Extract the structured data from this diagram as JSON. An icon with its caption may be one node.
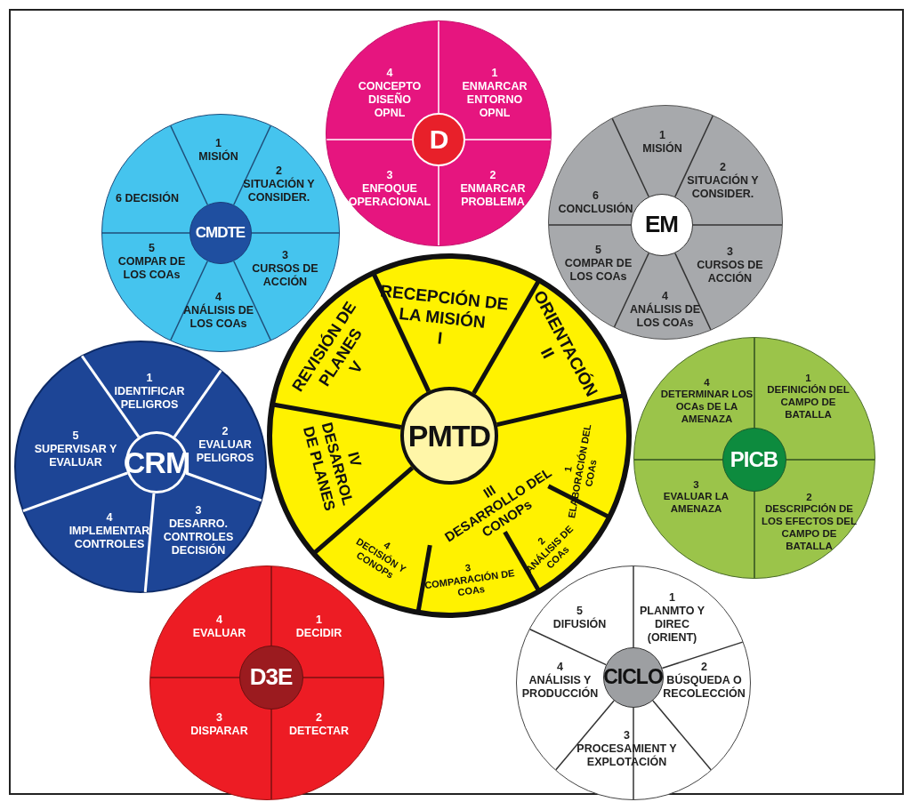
{
  "diagram": {
    "nodes": [
      {
        "text": [],
        "shape": "circle"
      },
      {
        "text": [
          "D"
        ],
        "in": 0
      },
      {
        "text": [
          "1",
          "ENMARCAR ENTORNO OPNL"
        ],
        "in": 0
      },
      {
        "text": [
          "2",
          "ENMARCAR PROBLEMA"
        ],
        "in": 0
      },
      {
        "text": [
          "3",
          "ENFOQUE OPERACIONAL"
        ],
        "in": 0
      },
      {
        "text": [
          "4",
          "CONCEPTO DISEÑO OPNL"
        ],
        "in": 0
      },
      {
        "text": [],
        "shape": "circle"
      },
      {
        "text": [
          "CMDTE"
        ],
        "in": 6
      },
      {
        "text": [
          "1",
          "MISIÓN"
        ],
        "in": 6
      },
      {
        "text": [
          "2",
          "SITUACIÓN Y CONSIDER."
        ],
        "in": 6
      },
      {
        "text": [
          "3",
          "CURSOS DE ACCIÓN"
        ],
        "in": 6
      },
      {
        "text": [
          "4",
          "ANÁLISIS DE LOS COAs"
        ],
        "in": 6
      },
      {
        "text": [
          "5",
          "COMPAR DE LOS COAs"
        ],
        "in": 6
      },
      {
        "text": [
          "6 DECISIÓN"
        ],
        "in": 6
      },
      {
        "text": [],
        "shape": "circle"
      },
      {
        "text": [
          "EM"
        ],
        "in": 14
      },
      {
        "text": [
          "1",
          "MISIÓN"
        ],
        "in": 14
      },
      {
        "text": [
          "2",
          "SITUACIÓN Y CONSIDER."
        ],
        "in": 14
      },
      {
        "text": [
          "3",
          "CURSOS DE ACCIÓN"
        ],
        "in": 14
      },
      {
        "text": [
          "4",
          "ANÁLISIS DE LOS COAs"
        ],
        "in": 14
      },
      {
        "text": [
          "5",
          "COMPAR DE LOS COAs"
        ],
        "in": 14
      },
      {
        "text": [
          "6",
          "CONCLUSIÓN"
        ],
        "in": 14
      },
      {
        "text": [],
        "shape": "circle"
      },
      {
        "text": [
          "PMTD"
        ],
        "in": 22
      },
      {
        "text": [
          "RECEPCIÓN DE LA MISIÓN",
          "I"
        ],
        "in": 22
      },
      {
        "text": [
          "ORIENTACIÓN",
          "II"
        ],
        "in": 22
      },
      {
        "text": [
          "III",
          "DESARROLLO DEL CONOPs"
        ],
        "in": 22
      },
      {
        "text": [
          "1",
          "ELABORACIÓN DEL COAs"
        ],
        "in": 22
      },
      {
        "text": [
          "2",
          "ANÁLISIS DE COAs"
        ],
        "in": 22
      },
      {
        "text": [
          "3",
          "COMPARACIÓN DE COAs"
        ],
        "in": 22
      },
      {
        "text": [
          "4",
          "DECISIÓN Y CONOPs"
        ],
        "in": 22
      },
      {
        "text": [
          "IV",
          "DESARROL DE PLANES"
        ],
        "in": 22
      },
      {
        "text": [
          "REVISIÓN DE PLANES",
          "V"
        ],
        "in": 22
      },
      {
        "text": [],
        "shape": "circle"
      },
      {
        "text": [
          "CRM"
        ],
        "in": 33
      },
      {
        "text": [
          "1",
          "IDENTIFICAR PELIGROS"
        ],
        "in": 33
      },
      {
        "text": [
          "2",
          "EVALUAR PELIGROS"
        ],
        "in": 33
      },
      {
        "text": [
          "3",
          "DESARRO. CONTROLES DECISIÓN"
        ],
        "in": 33
      },
      {
        "text": [
          "4",
          "IMPLEMENTAR CONTROLES"
        ],
        "in": 33
      },
      {
        "text": [
          "5",
          "SUPERVISAR Y EVALUAR"
        ],
        "in": 33
      },
      {
        "text": [],
        "shape": "circle"
      },
      {
        "text": [
          "PICB"
        ],
        "in": 40
      },
      {
        "text": [
          "1",
          "DEFINICIÓN DEL CAMPO DE BATALLA"
        ],
        "in": 40
      },
      {
        "text": [
          "2",
          "DESCRIPCIÓN DE LOS EFECTOS DEL CAMPO DE BATALLA"
        ],
        "in": 40
      },
      {
        "text": [
          "3",
          "EVALUAR LA AMENAZA"
        ],
        "in": 40
      },
      {
        "text": [
          "4",
          "DETERMINAR LOS OCAs DE LA AMENAZA"
        ],
        "in": 40
      },
      {
        "text": [],
        "shape": "circle"
      },
      {
        "text": [
          "D3E"
        ],
        "in": 46
      },
      {
        "text": [
          "1",
          "DECIDIR"
        ],
        "in": 46
      },
      {
        "text": [
          "2",
          "DETECTAR"
        ],
        "in": 46
      },
      {
        "text": [
          "3",
          "DISPARAR"
        ],
        "in": 46
      },
      {
        "text": [
          "4",
          "EVALUAR"
        ],
        "in": 46
      },
      {
        "text": [],
        "shape": "circle"
      },
      {
        "text": [
          "CICLO"
        ],
        "in": 52
      },
      {
        "text": [
          "1",
          "PLANMTO Y DIREC (ORIENT)"
        ],
        "in": 52
      },
      {
        "text": [
          "2",
          "BÚSQUEDA O RECOLECCIÓN"
        ],
        "in": 52
      },
      {
        "text": [
          "3",
          "PROCESAMIENT Y EXPLOTACIÓN"
        ],
        "in": 52
      },
      {
        "text": [
          "4",
          "ANÁLISIS Y PRODUCCIÓN"
        ],
        "in": 52
      },
      {
        "text": [
          "5",
          "DIFUSIÓN"
        ],
        "in": 52
      }
    ]
  }
}
